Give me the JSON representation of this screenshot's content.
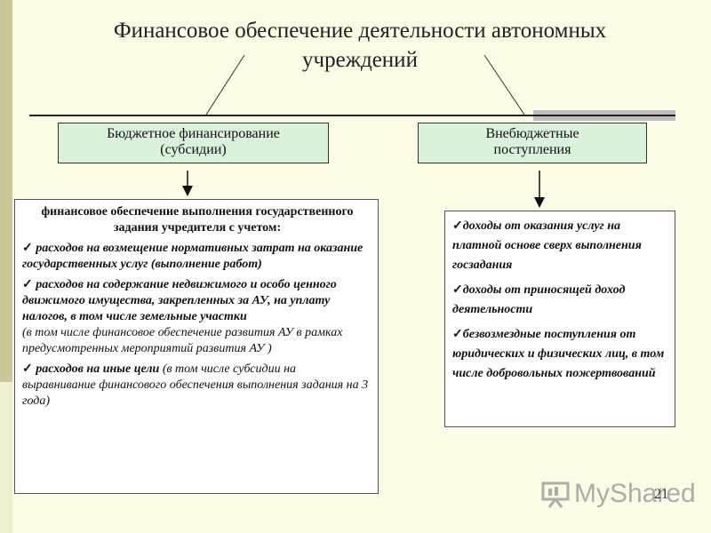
{
  "title": {
    "line1": "Финансовое обеспечение деятельности автономных",
    "line2": "учреждений"
  },
  "boxes": {
    "budget": {
      "line1": "Бюджетное финансирование",
      "line2": "(субсидии)"
    },
    "extra": {
      "line1": "Внебюджетные",
      "line2": "поступления"
    }
  },
  "left_panel": {
    "heading": "финансовое обеспечение выполнения государственного задания учредителя с учетом:",
    "items": [
      "расходов на возмещение нормативных затрат на оказание государственных услуг (выполнение работ)",
      "расходов на содержание недвижимого и особо ценного движимого имущества, закрепленных за АУ,  на уплату налогов, в том числе земельные участки",
      "(в том числе финансовое обеспечение развития АУ в рамках предусмотренных мероприятий развития АУ )"
    ],
    "last_item_bold": "расходов на иные цели",
    "last_item_rest": " (в том числе субсидии на выравнивание финансового обеспечения выполнения задания на 3 года)"
  },
  "right_panel": {
    "items": [
      "доходы от оказания услуг на платной основе сверх выполнения госзадания",
      "доходы от приносящей доход деятельности",
      "безвозмездные поступления от юридических и физических лиц, в том числе добровольных пожертвований"
    ]
  },
  "watermark": {
    "text": "MyShared"
  },
  "page_number": "21",
  "colors": {
    "background": "#fbfbe6",
    "box_fill": "#d9f2d9",
    "accent": "#c8c79a"
  },
  "check_mark": "✓"
}
